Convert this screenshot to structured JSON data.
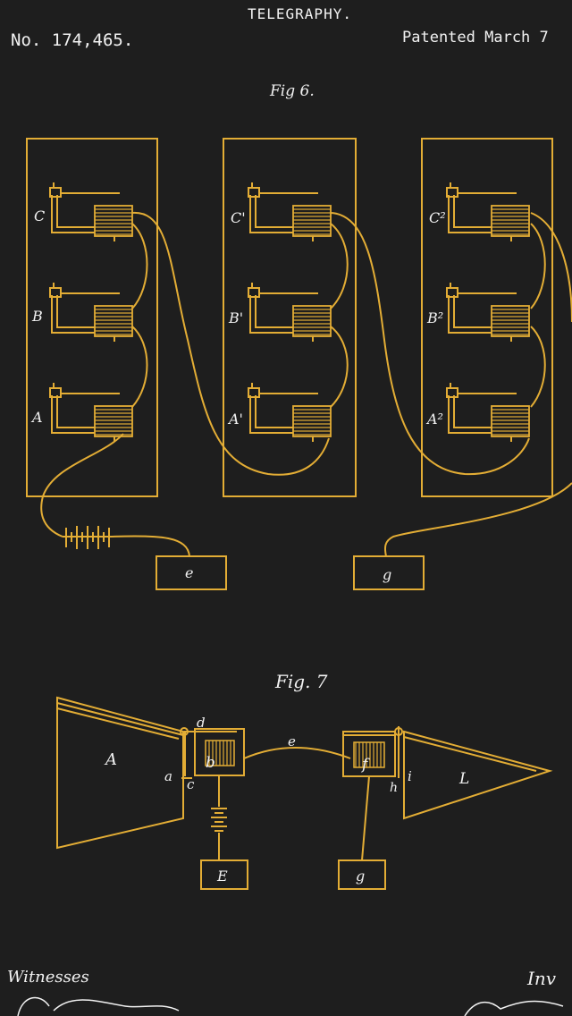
{
  "header": {
    "title": "TELEGRAPHY.",
    "patent_no": "No. 174,465.",
    "patented": "Patented March 7"
  },
  "fig6": {
    "caption": "Fig 6.",
    "column1_labels": [
      "C",
      "B",
      "A"
    ],
    "column2_labels": [
      "C'",
      "B'",
      "A'"
    ],
    "column3_labels": [
      "C²",
      "B²",
      "A²"
    ],
    "box_e": "e",
    "box_g": "g"
  },
  "fig7": {
    "caption": "Fig. 7",
    "labels": {
      "A": "A",
      "a": "a",
      "b": "b",
      "c": "c",
      "d": "d",
      "e": "e",
      "f": "f",
      "h": "h",
      "i": "i",
      "L": "L",
      "E": "E",
      "g": "g"
    }
  },
  "footer": {
    "witnesses": "Witnesses",
    "inventor": "Inv"
  },
  "colors": {
    "background": "#1e1e1e",
    "drawing": "#e3ad35",
    "text": "#f2f2f2"
  }
}
